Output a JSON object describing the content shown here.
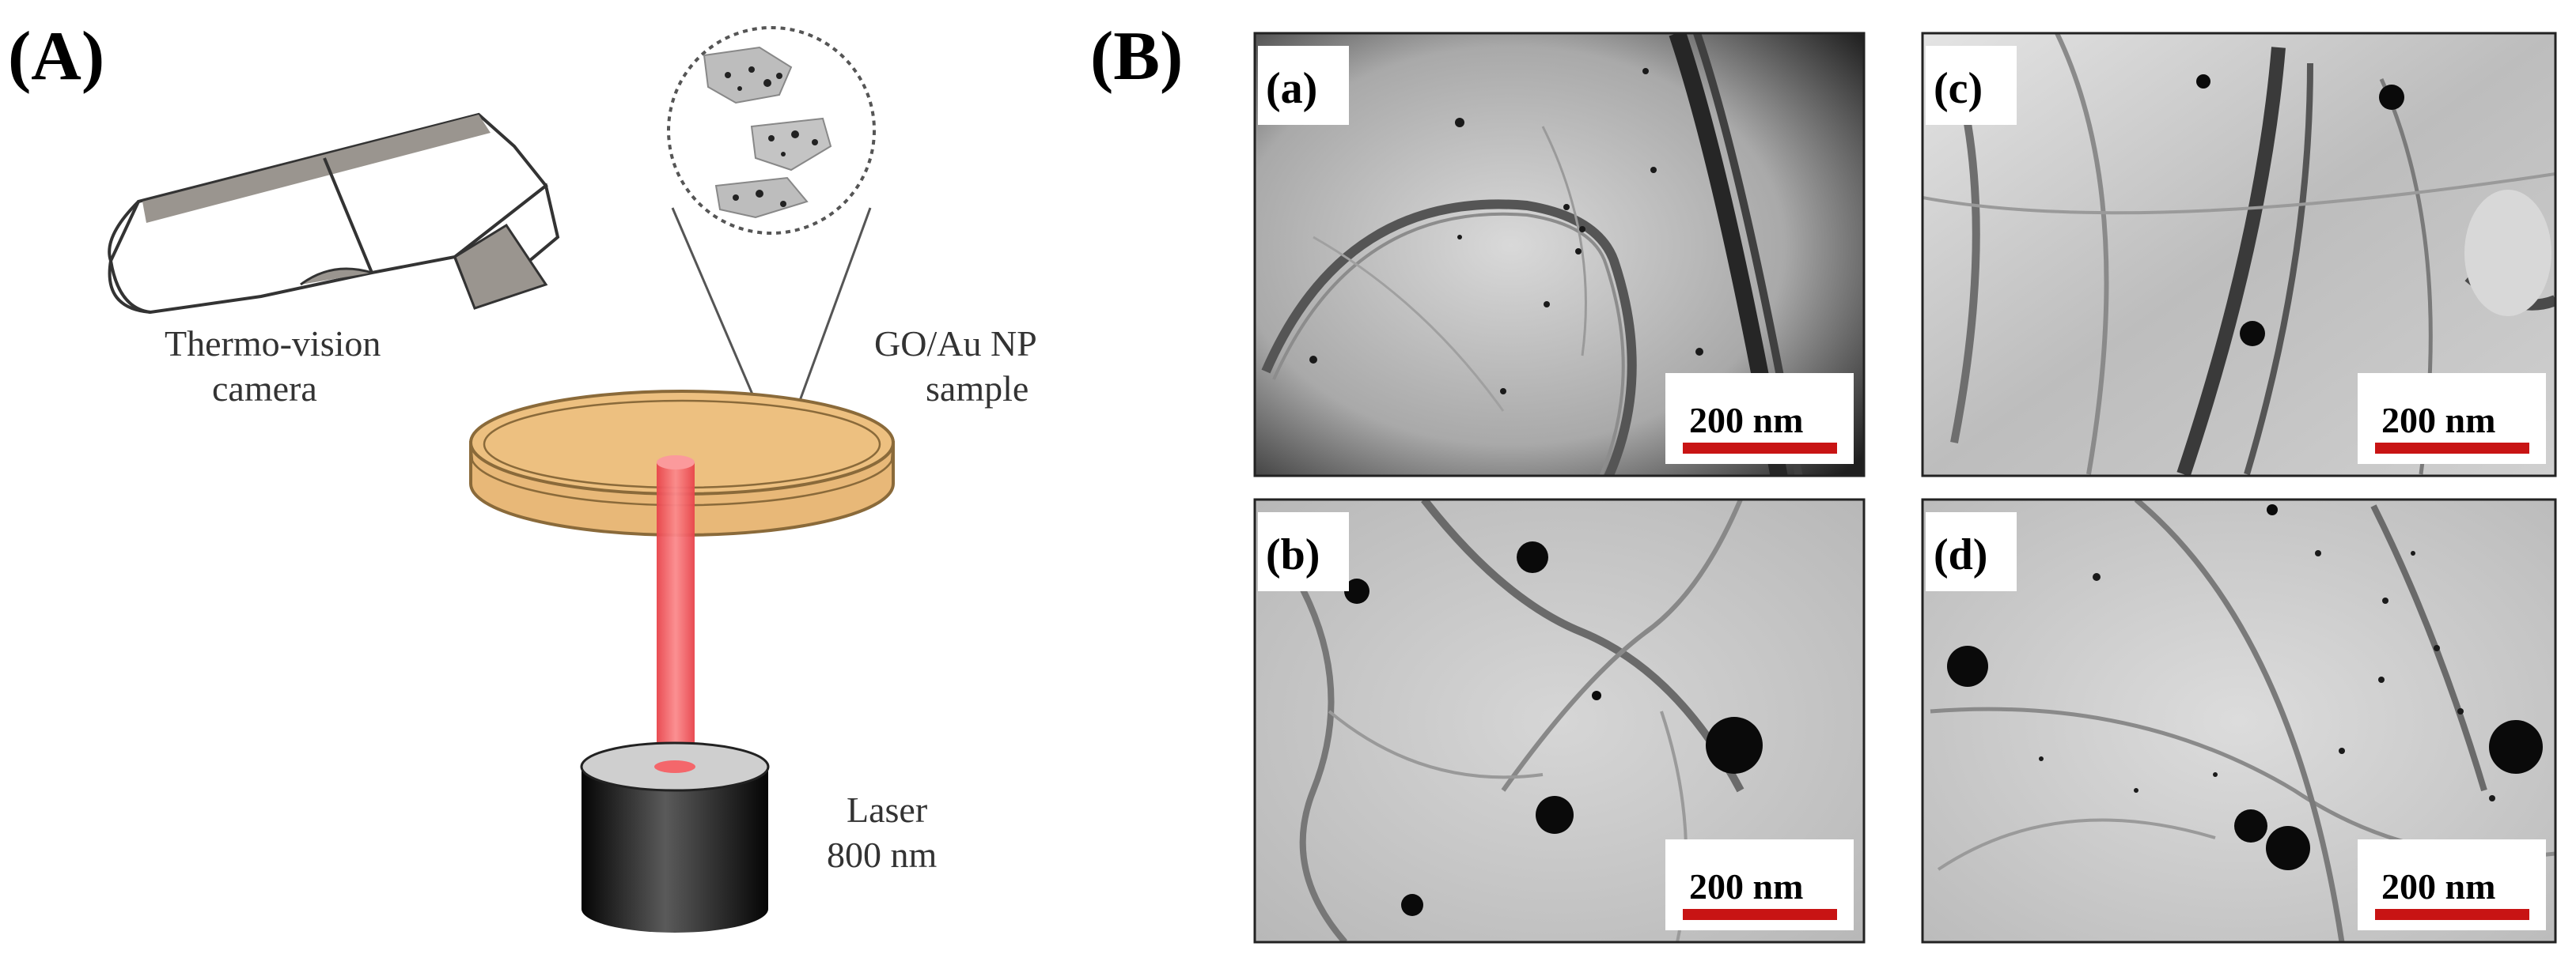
{
  "panels": {
    "A": {
      "label": "(A)"
    },
    "B": {
      "label": "(B)"
    }
  },
  "schematic": {
    "camera_caption_line1": "Thermo-vision",
    "camera_caption_line2": "camera",
    "sample_caption_line1": "GO/Au NP",
    "sample_caption_line2": "sample",
    "laser_caption_line1": "Laser",
    "laser_caption_line2": "800 nm",
    "colors": {
      "dish": "#e8b878",
      "dish_edge": "#8a6a3a",
      "beam": "#f4676b",
      "camera_band": "#9a958f",
      "laser_body": "#151515",
      "laser_top": "#cfcfcf"
    }
  },
  "tem": {
    "scale_bar_color": "#c81414",
    "images": [
      {
        "label": "(a)",
        "scale": "200 nm"
      },
      {
        "label": "(c)",
        "scale": "200 nm"
      },
      {
        "label": "(b)",
        "scale": "200 nm"
      },
      {
        "label": "(d)",
        "scale": "200 nm"
      }
    ]
  }
}
